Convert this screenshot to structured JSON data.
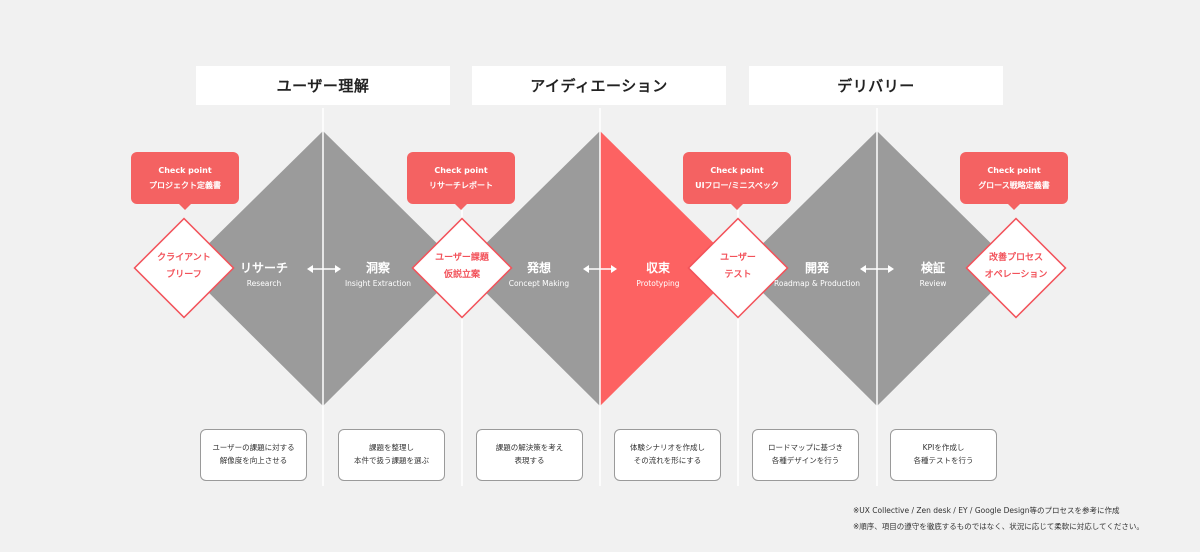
{
  "phases": [
    {
      "id": "understanding",
      "label": "ユーザー理解"
    },
    {
      "id": "ideation",
      "label": "アイディエーション"
    },
    {
      "id": "delivery",
      "label": "デリバリー"
    }
  ],
  "stages": [
    {
      "id": "research",
      "jp": "リサーチ",
      "en": "Research"
    },
    {
      "id": "insight",
      "jp": "洞察",
      "en": "Insight Extraction"
    },
    {
      "id": "concept",
      "jp": "発想",
      "en": "Concept Making"
    },
    {
      "id": "prototyping",
      "jp": "収束",
      "en": "Prototyping"
    },
    {
      "id": "development",
      "jp": "開発",
      "en": "Roadmap & Production"
    },
    {
      "id": "review",
      "jp": "検証",
      "en": "Review"
    }
  ],
  "checkpoints": [
    {
      "id": "brief",
      "callout_title": "Check point",
      "callout_text": "プロジェクト定義書",
      "line1": "クライアント",
      "line2": "ブリーフ"
    },
    {
      "id": "issue",
      "callout_title": "Check point",
      "callout_text": "リサーチレポート",
      "line1": "ユーザー課題",
      "line2": "仮説立案"
    },
    {
      "id": "test",
      "callout_title": "Check point",
      "callout_text": "UIフロー/ミニスペック",
      "line1": "ユーザー",
      "line2": "テスト"
    },
    {
      "id": "improve",
      "callout_title": "Check point",
      "callout_text": "グロース戦略定義書",
      "line1": "改善プロセス",
      "line2": "オペレーション"
    }
  ],
  "descriptions": [
    {
      "line1": "ユーザーの課題に対する",
      "line2": "解像度を向上させる"
    },
    {
      "line1": "課題を整理し",
      "line2": "本件で扱う課題を選ぶ"
    },
    {
      "line1": "課題の解決策を考え",
      "line2": "表現する"
    },
    {
      "line1": "体験シナリオを作成し",
      "line2": "その流れを形にする"
    },
    {
      "line1": "ロードマップに基づき",
      "line2": "各種デザインを行う"
    },
    {
      "line1": "KPIを作成し",
      "line2": "各種テストを行う"
    }
  ],
  "notes": [
    "※UX Collective / Zen desk / EY / Google Design等のプロセスを参考に作成",
    "※順序、項目の遵守を徹底するものではなく、状況に応じて柔軟に対応してください。"
  ],
  "colors": {
    "background": "#f1f1f1",
    "diamond_grey": "#9b9b9b",
    "diamond_red": "#fd6262",
    "accent_red": "#f46262",
    "divider": "#ffffff"
  }
}
